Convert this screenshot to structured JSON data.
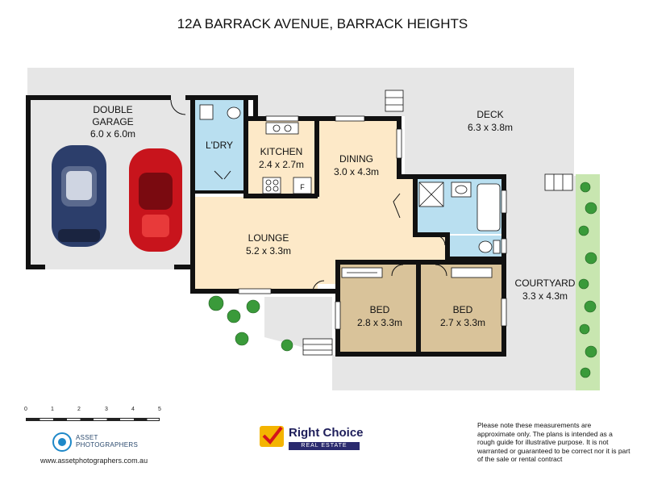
{
  "title": "12A BARRACK AVENUE, BARRACK HEIGHTS",
  "rooms": {
    "garage": {
      "name": "DOUBLE\nGARAGE",
      "name_l1": "DOUBLE",
      "name_l2": "GARAGE",
      "size": "6.0 x 6.0m"
    },
    "laundry": {
      "name": "L'DRY"
    },
    "kitchen": {
      "name": "KITCHEN",
      "size": "2.4 x 2.7m"
    },
    "dining": {
      "name": "DINING",
      "size": "3.0 x 4.3m"
    },
    "deck": {
      "name": "DECK",
      "size": "6.3 x 3.8m"
    },
    "lounge": {
      "name": "LOUNGE",
      "size": "5.2 x 3.3m"
    },
    "bed1": {
      "name": "BED",
      "size": "2.8 x 3.3m"
    },
    "bed2": {
      "name": "BED",
      "size": "2.7 x 3.3m"
    },
    "courtyard": {
      "name": "COURTYARD",
      "size": "3.3 x 4.3m"
    }
  },
  "fixtures": {
    "fridge_label": "F"
  },
  "scale": {
    "ticks": [
      "0",
      "1",
      "2",
      "3",
      "4",
      "5"
    ]
  },
  "photographer": {
    "name_l1": "ASSET",
    "name_l2": "PHOTOGRAPHERS",
    "website": "www.assetphotographers.com.au"
  },
  "agency": {
    "name": "Right Choice",
    "sub": "REAL ESTATE"
  },
  "disclaimer": "Please note these measurements are approximate only. The plans is intended as a rough guide for illustrative purpose. It is not warranted or guaranteed to be correct nor it is part of the sale or rental contract",
  "colors": {
    "outdoor": "#e6e6e6",
    "living": "#fde9c8",
    "wet": "#b9dff0",
    "bedroom": "#d9c39a",
    "wall": "#111111",
    "car_blue": "#2c3e6b",
    "car_red": "#c8141c",
    "plant": "#3a9a3a"
  }
}
